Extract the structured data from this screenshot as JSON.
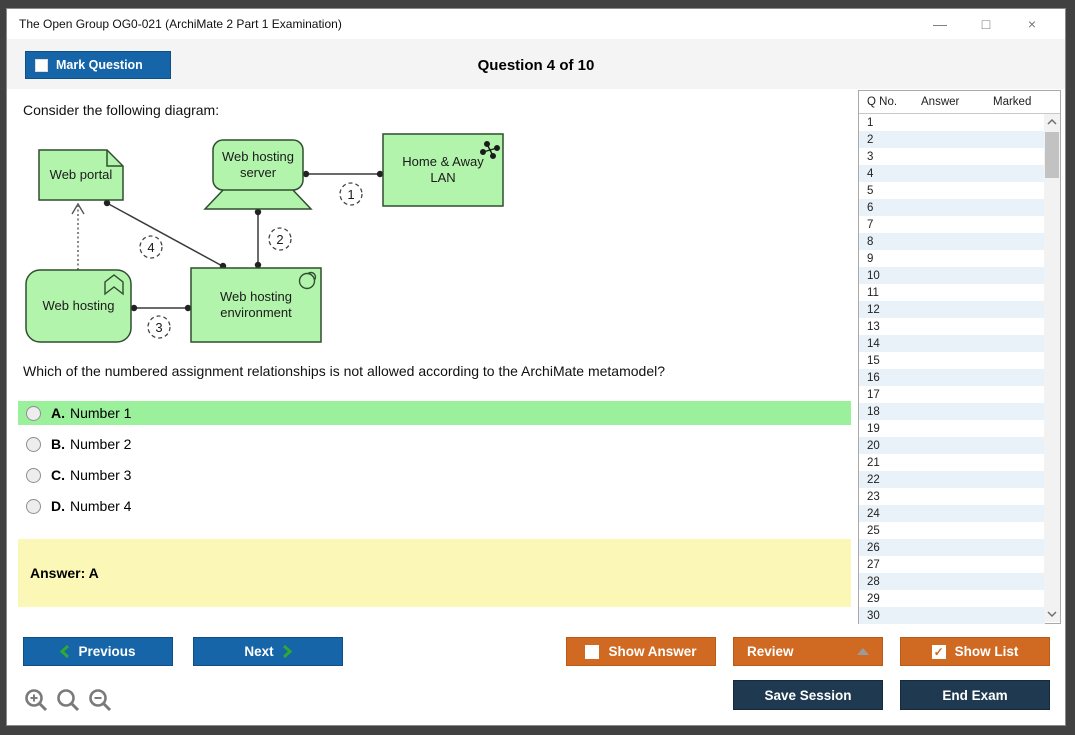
{
  "window": {
    "title": "The Open Group OG0-021 (ArchiMate 2 Part 1 Examination)",
    "controls": {
      "minimize": "—",
      "maximize": "□",
      "close": "×"
    }
  },
  "header": {
    "mark_question_label": "Mark Question",
    "question_counter": "Question 4 of 10"
  },
  "question": {
    "intro": "Consider the following diagram:",
    "text": "Which of the numbered assignment relationships is not allowed according to the ArchiMate metamodel?",
    "options": [
      {
        "letter": "A.",
        "text": "Number 1",
        "highlighted": true
      },
      {
        "letter": "B.",
        "text": "Number 2",
        "highlighted": false
      },
      {
        "letter": "C.",
        "text": "Number 3",
        "highlighted": false
      },
      {
        "letter": "D.",
        "text": "Number 4",
        "highlighted": false
      }
    ],
    "answer": "Answer: A"
  },
  "diagram": {
    "nodes": [
      {
        "id": "web-portal",
        "label": "Web portal",
        "shape": "artifact"
      },
      {
        "id": "web-hosting-server",
        "label": "Web hosting server",
        "shape": "device"
      },
      {
        "id": "home-away-lan",
        "label": "Home & Away LAN",
        "shape": "communication-network"
      },
      {
        "id": "web-hosting",
        "label": "Web hosting",
        "shape": "function"
      },
      {
        "id": "web-hosting-environment",
        "label": "Web hosting environment",
        "shape": "system-software"
      }
    ],
    "numbers": [
      "1",
      "2",
      "3",
      "4"
    ],
    "colors": {
      "fill": "#b2f4ab",
      "border": "#2f4f2f",
      "line": "#3a3a3a"
    }
  },
  "sidebar": {
    "headers": [
      "Q No.",
      "Answer",
      "Marked"
    ],
    "rows": [
      "1",
      "2",
      "3",
      "4",
      "5",
      "6",
      "7",
      "8",
      "9",
      "10",
      "11",
      "12",
      "13",
      "14",
      "15",
      "16",
      "17",
      "18",
      "19",
      "20",
      "21",
      "22",
      "23",
      "24",
      "25",
      "26",
      "27",
      "28",
      "29",
      "30"
    ]
  },
  "footer": {
    "previous_label": "Previous",
    "next_label": "Next",
    "show_answer_label": "Show Answer",
    "review_label": "Review",
    "show_list_label": "Show List",
    "save_session_label": "Save Session",
    "end_exam_label": "End Exam",
    "show_list_checked": "✓"
  },
  "colors": {
    "blue": "#1565a8",
    "orange": "#d06a23",
    "navy": "#1f3a50",
    "option_highlight": "#9bf09b",
    "answer_bg": "#faf7b7",
    "row_alt": "#eaf2f9"
  }
}
